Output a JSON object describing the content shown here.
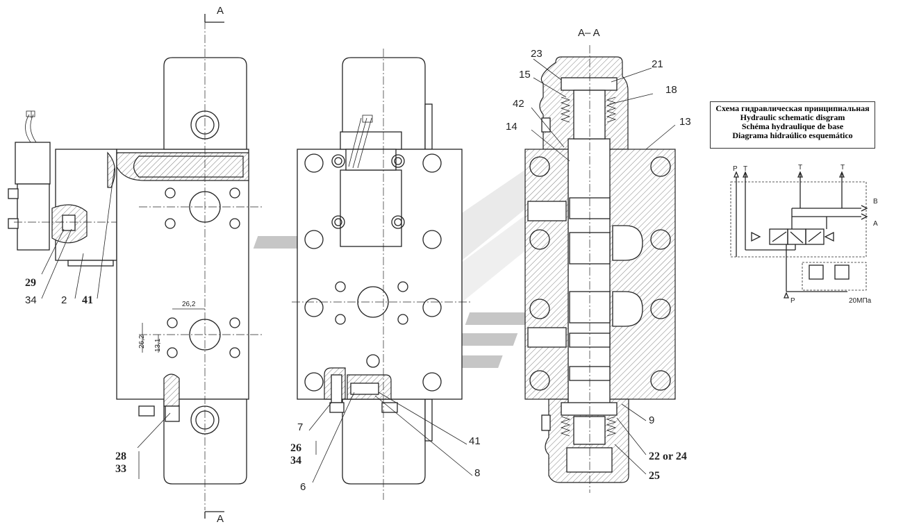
{
  "section_labels": {
    "top": "A",
    "bottom": "A",
    "section": "A– A"
  },
  "dimensions": {
    "d1": "26,2",
    "d2": "26,2",
    "d3": "13,1"
  },
  "callouts": {
    "c29": "29",
    "c34a": "34",
    "c2": "2",
    "c41a": "41",
    "c28": "28",
    "c33": "33",
    "c7": "7",
    "c26": "26",
    "c34b": "34",
    "c6": "6",
    "c41b": "41",
    "c8": "8",
    "c23": "23",
    "c21": "21",
    "c15": "15",
    "c18": "18",
    "c42": "42",
    "c14": "14",
    "c13": "13",
    "c9": "9",
    "c22": "22 or 24",
    "c25": "25"
  },
  "legend": {
    "ru": "Схема гидравлическая принципиальная",
    "en": "Hydraulic schematic disgram",
    "fr": "Schéma hydraulique de base",
    "es": "Diagrama hidraúlico esquemático"
  },
  "schematic": {
    "p_top": "P",
    "t_top1": "T",
    "t_top2": "T",
    "t_top3": "T",
    "b": "B",
    "a": "A",
    "p_bottom": "P",
    "pressure": "20МПа"
  }
}
